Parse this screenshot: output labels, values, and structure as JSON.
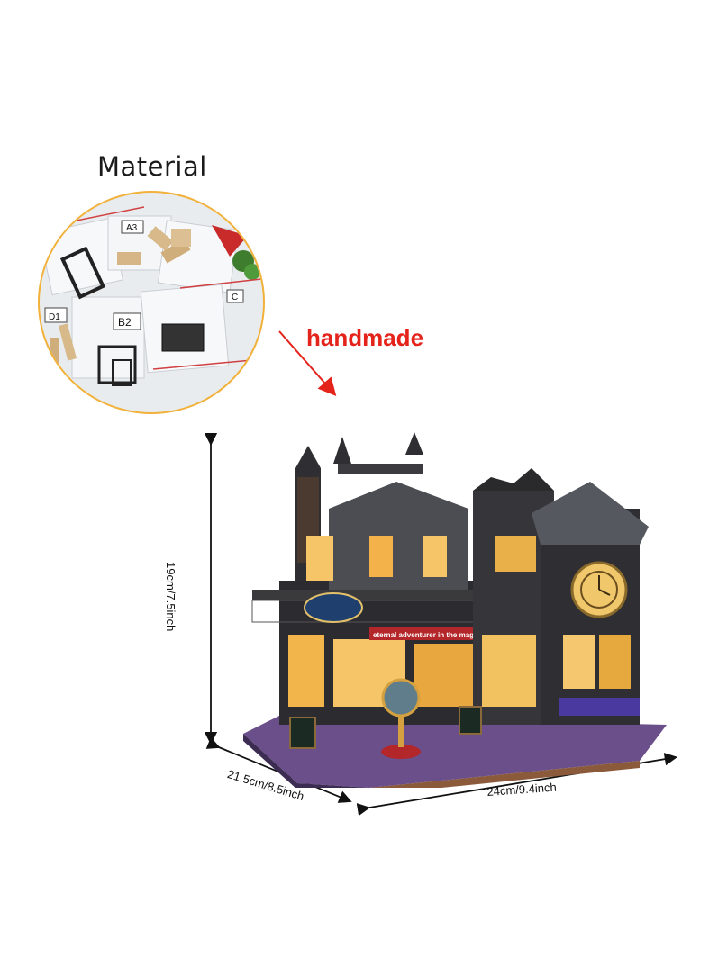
{
  "material": {
    "title": "Material",
    "bag_labels": [
      "A3",
      "B2",
      "D1",
      "C"
    ]
  },
  "handmade": {
    "label": "handmade"
  },
  "dimensions": {
    "height": "19cm/7.5inch",
    "depth": "21.5cm/8.5inch",
    "width": "24cm/9.4inch"
  },
  "house": {
    "sign_text": "eternal adventurer in the magic"
  },
  "colors": {
    "handmade": "#e4231b",
    "circle_border": "#f1b13a",
    "dark_wood": "#3a3a3c",
    "warm_light": "#f6c567"
  }
}
